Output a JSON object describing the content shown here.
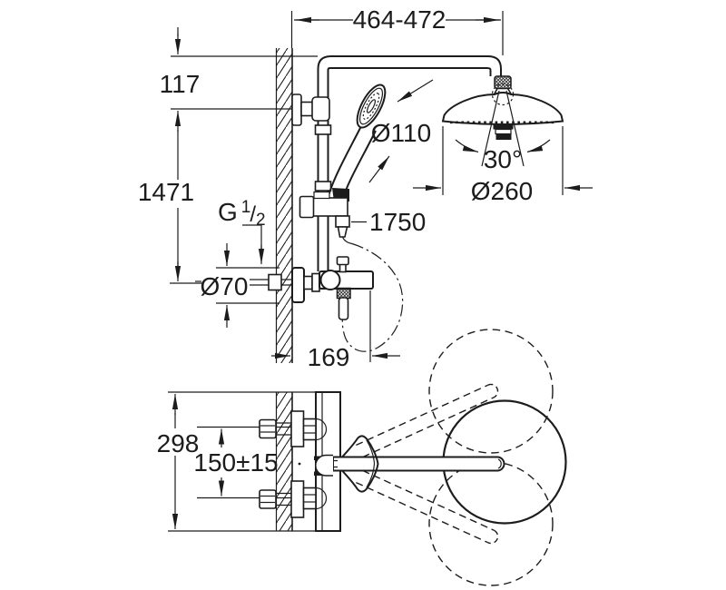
{
  "drawing": {
    "type": "technical-dimension-drawing",
    "subject": "wall-mounted shower system with head shower, hand shower and bath thermostat",
    "views": [
      "front-elevation",
      "top-view"
    ]
  },
  "dims": {
    "width_range": "464-472",
    "top_offset": "117",
    "riser_height": "1471",
    "thread_prefix": "G",
    "thread_num": "1",
    "thread_slash": "/",
    "thread_den": "2",
    "hand_shower_diameter": "Ø110",
    "head_swivel_angle": "30°",
    "head_diameter": "Ø260",
    "hose_length": "1750",
    "escutcheon_diameter": "Ø70",
    "valve_depth": "169",
    "body_height": "298",
    "inlet_spacing": "150±15"
  },
  "colors": {
    "line": "#1c1c1c",
    "background": "#ffffff"
  }
}
